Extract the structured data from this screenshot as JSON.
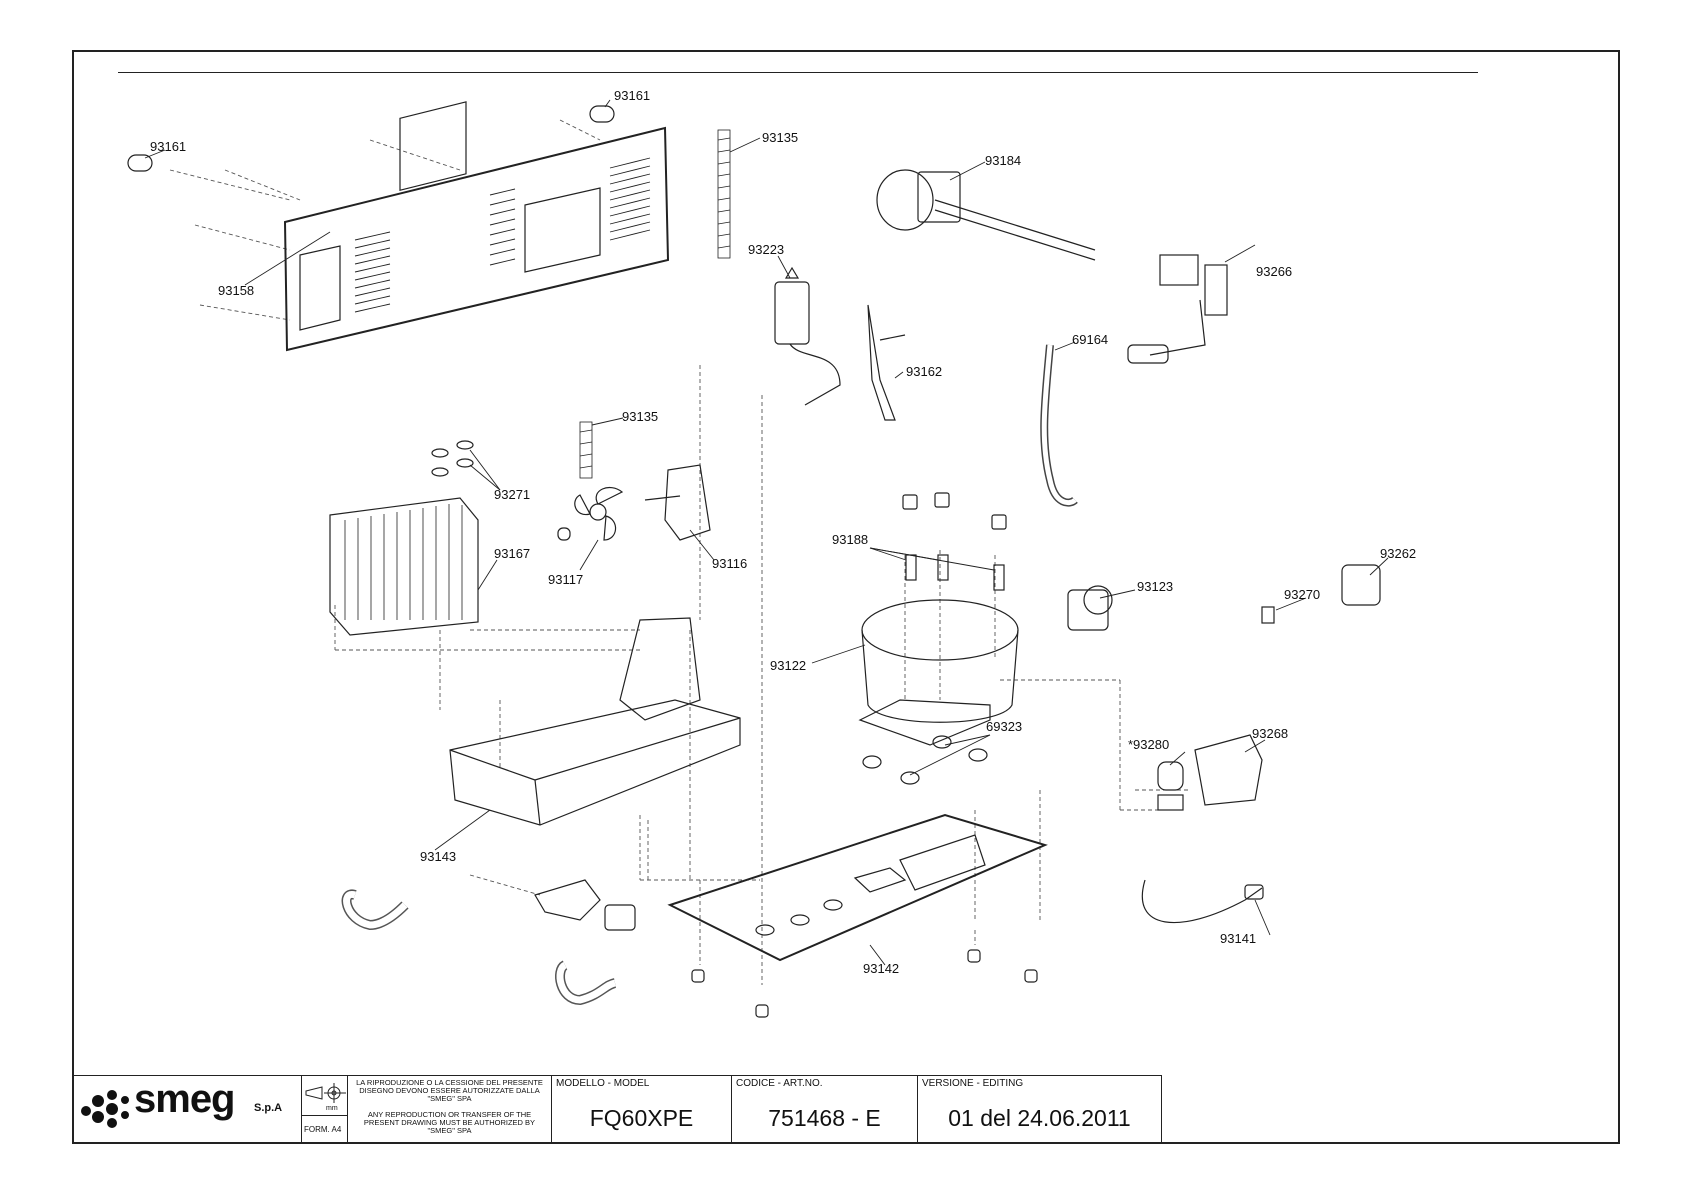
{
  "callouts": [
    "93161",
    "93161",
    "93135",
    "93184",
    "93158",
    "93223",
    "93266",
    "69164",
    "93162",
    "93135",
    "93271",
    "93167",
    "93117",
    "93116",
    "93188",
    "93262",
    "93123",
    "93270",
    "93122",
    "69323",
    "93268",
    "*93280",
    "93143",
    "93141",
    "93142"
  ],
  "title_block": {
    "brand": "smeg",
    "brand_suffix": "S.p.A",
    "format_label": "FORM. A4",
    "units_label": "mm",
    "notice_it": "LA RIPRODUZIONE O LA CESSIONE DEL PRESENTE DISEGNO DEVONO ESSERE AUTORIZZATE DALLA \"SMEG\" SPA",
    "notice_en": "ANY REPRODUCTION OR TRANSFER OF THE PRESENT DRAWING MUST BE AUTHORIZED BY \"SMEG\" SPA",
    "model_caption": "MODELLO - MODEL",
    "model_value": "FQ60XPE",
    "code_caption": "CODICE - ART.NO.",
    "code_value": "751468 - E",
    "version_caption": "VERSIONE - EDITING",
    "version_value": "01 del 24.06.2011"
  }
}
